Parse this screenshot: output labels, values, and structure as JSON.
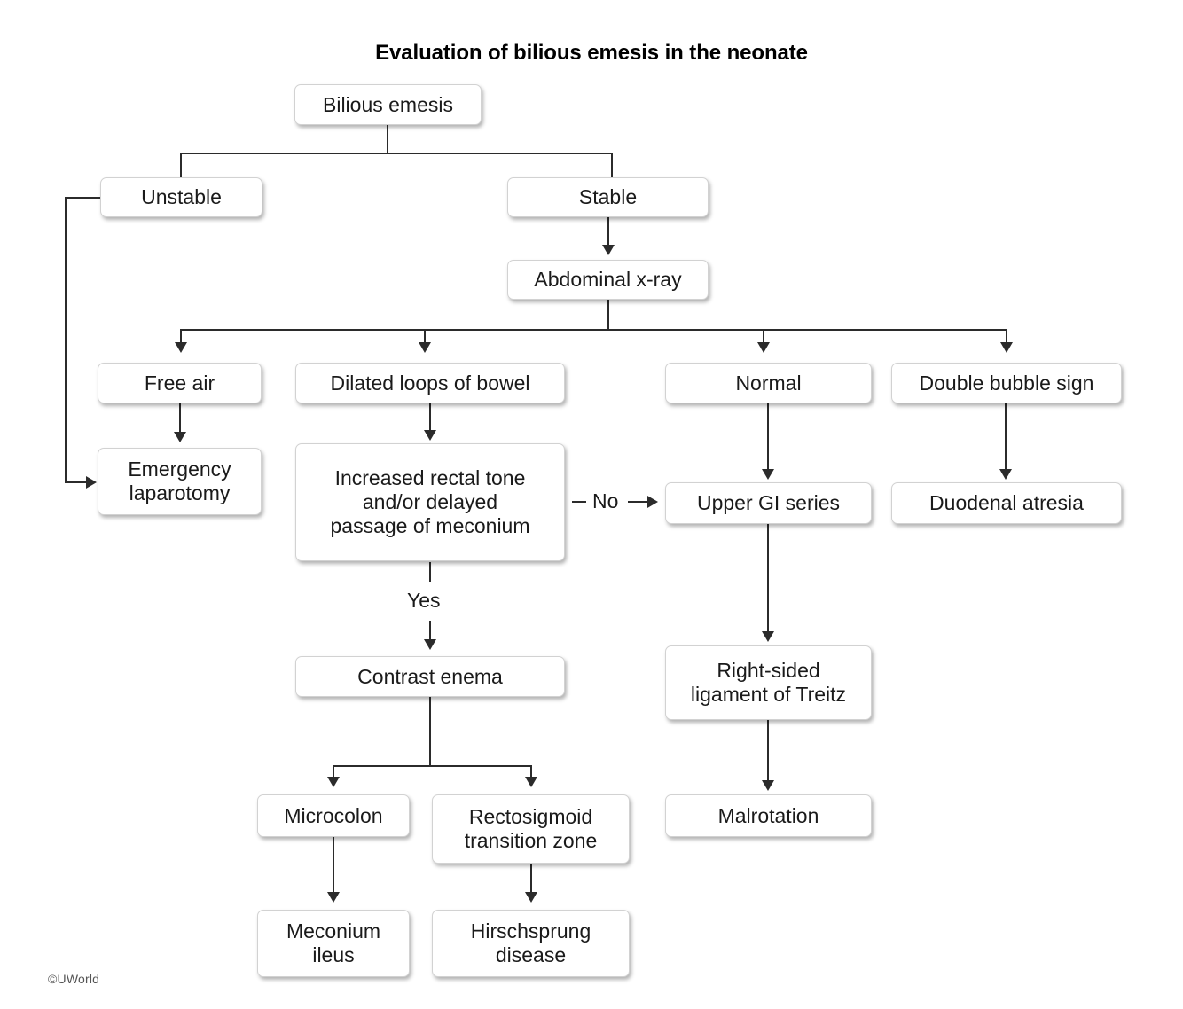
{
  "chart_title": "Evaluation of bilious emesis in the neonate",
  "watermark": "©UWorld",
  "colors": {
    "line": "#2b2b2b",
    "box_border": "#d2d2d2",
    "box_fill": "#ffffff",
    "text": "#1a1a1a",
    "title_text": "#000000"
  },
  "nodes": {
    "bilious_emesis": "Bilious emesis",
    "unstable": "Unstable",
    "stable": "Stable",
    "abdominal_xray": "Abdominal x-ray",
    "free_air": "Free air",
    "dilated_loops": "Dilated loops of bowel",
    "normal": "Normal",
    "double_bubble": "Double bubble sign",
    "emergency_laparotomy": "Emergency\nlaparotomy",
    "increased_rectal_tone": "Increased rectal tone\nand/or delayed\npassage of meconium",
    "upper_gi_series": "Upper GI series",
    "duodenal_atresia": "Duodenal atresia",
    "contrast_enema": "Contrast enema",
    "right_sided_treitz": "Right-sided\nligament of Treitz",
    "microcolon": "Microcolon",
    "rectosigmoid_transition": "Rectosigmoid\ntransition zone",
    "malrotation": "Malrotation",
    "meconium_ileus": "Meconium\nileus",
    "hirschsprung": "Hirschsprung\ndisease"
  },
  "edge_labels": {
    "no": "No",
    "yes": "Yes"
  },
  "chart_data": {
    "type": "diagram",
    "diagram_kind": "flowchart",
    "title": "Evaluation of bilious emesis in the neonate",
    "orientation": "top-down",
    "nodes": [
      {
        "id": "bilious_emesis",
        "label": "Bilious emesis"
      },
      {
        "id": "unstable",
        "label": "Unstable"
      },
      {
        "id": "stable",
        "label": "Stable"
      },
      {
        "id": "abdominal_xray",
        "label": "Abdominal x-ray"
      },
      {
        "id": "free_air",
        "label": "Free air"
      },
      {
        "id": "dilated_loops",
        "label": "Dilated loops of bowel"
      },
      {
        "id": "normal",
        "label": "Normal"
      },
      {
        "id": "double_bubble",
        "label": "Double bubble sign"
      },
      {
        "id": "emergency_laparotomy",
        "label": "Emergency laparotomy"
      },
      {
        "id": "increased_rectal_tone",
        "label": "Increased rectal tone and/or delayed passage of meconium"
      },
      {
        "id": "upper_gi_series",
        "label": "Upper GI series"
      },
      {
        "id": "duodenal_atresia",
        "label": "Duodenal atresia"
      },
      {
        "id": "contrast_enema",
        "label": "Contrast enema"
      },
      {
        "id": "right_sided_treitz",
        "label": "Right-sided ligament of Treitz"
      },
      {
        "id": "microcolon",
        "label": "Microcolon"
      },
      {
        "id": "rectosigmoid_transition",
        "label": "Rectosigmoid transition zone"
      },
      {
        "id": "malrotation",
        "label": "Malrotation"
      },
      {
        "id": "meconium_ileus",
        "label": "Meconium ileus"
      },
      {
        "id": "hirschsprung",
        "label": "Hirschsprung disease"
      }
    ],
    "edges": [
      {
        "from": "bilious_emesis",
        "to": "unstable",
        "label": ""
      },
      {
        "from": "bilious_emesis",
        "to": "stable",
        "label": ""
      },
      {
        "from": "unstable",
        "to": "emergency_laparotomy",
        "label": ""
      },
      {
        "from": "stable",
        "to": "abdominal_xray",
        "label": ""
      },
      {
        "from": "abdominal_xray",
        "to": "free_air",
        "label": ""
      },
      {
        "from": "abdominal_xray",
        "to": "dilated_loops",
        "label": ""
      },
      {
        "from": "abdominal_xray",
        "to": "normal",
        "label": ""
      },
      {
        "from": "abdominal_xray",
        "to": "double_bubble",
        "label": ""
      },
      {
        "from": "free_air",
        "to": "emergency_laparotomy",
        "label": ""
      },
      {
        "from": "dilated_loops",
        "to": "increased_rectal_tone",
        "label": ""
      },
      {
        "from": "increased_rectal_tone",
        "to": "upper_gi_series",
        "label": "No"
      },
      {
        "from": "increased_rectal_tone",
        "to": "contrast_enema",
        "label": "Yes"
      },
      {
        "from": "normal",
        "to": "upper_gi_series",
        "label": ""
      },
      {
        "from": "double_bubble",
        "to": "duodenal_atresia",
        "label": ""
      },
      {
        "from": "upper_gi_series",
        "to": "right_sided_treitz",
        "label": ""
      },
      {
        "from": "right_sided_treitz",
        "to": "malrotation",
        "label": ""
      },
      {
        "from": "contrast_enema",
        "to": "microcolon",
        "label": ""
      },
      {
        "from": "contrast_enema",
        "to": "rectosigmoid_transition",
        "label": ""
      },
      {
        "from": "microcolon",
        "to": "meconium_ileus",
        "label": ""
      },
      {
        "from": "rectosigmoid_transition",
        "to": "hirschsprung",
        "label": ""
      }
    ]
  }
}
